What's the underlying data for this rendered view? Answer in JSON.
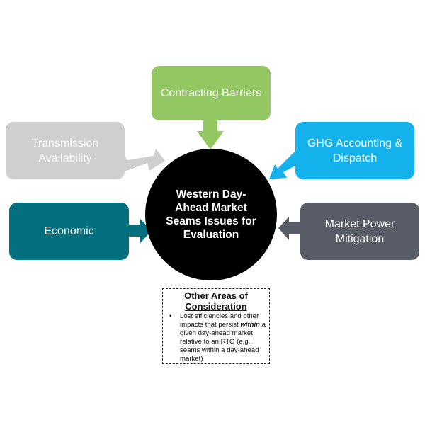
{
  "diagram": {
    "center": {
      "label": "Western Day-Ahead Market Seams Issues for Evaluation",
      "color": "#000000"
    },
    "nodes": [
      {
        "id": "contracting",
        "label": "Contracting Barriers",
        "color": "#92c761",
        "position": "top"
      },
      {
        "id": "transmission",
        "label_lines": [
          "Transmission",
          "Availability"
        ],
        "color": "#cfcfcf",
        "position": "upper-left"
      },
      {
        "id": "ghg",
        "label_lines": [
          "GHG Accounting &",
          "Dispatch"
        ],
        "color": "#14b2ec",
        "position": "upper-right"
      },
      {
        "id": "economic",
        "label": "Economic",
        "color": "#03707f",
        "position": "left"
      },
      {
        "id": "market_power",
        "label_lines": [
          "Market Power",
          "Mitigation"
        ],
        "color": "#575c66",
        "position": "right"
      }
    ],
    "edges": [
      {
        "from": "contracting",
        "to": "center"
      },
      {
        "from": "transmission",
        "to": "center"
      },
      {
        "from": "ghg",
        "to": "center"
      },
      {
        "from": "economic",
        "to": "center"
      },
      {
        "from": "market_power",
        "to": "center"
      }
    ],
    "other_areas": {
      "title_line1": "Other Areas of",
      "title_line2": "Consideration",
      "bullet_before": "Lost efficiencies and other impacts that persist ",
      "bullet_emphasis": "within",
      "bullet_after": " a given day-ahead market relative to an RTO (e.g., seams within a day-ahead market)"
    }
  }
}
